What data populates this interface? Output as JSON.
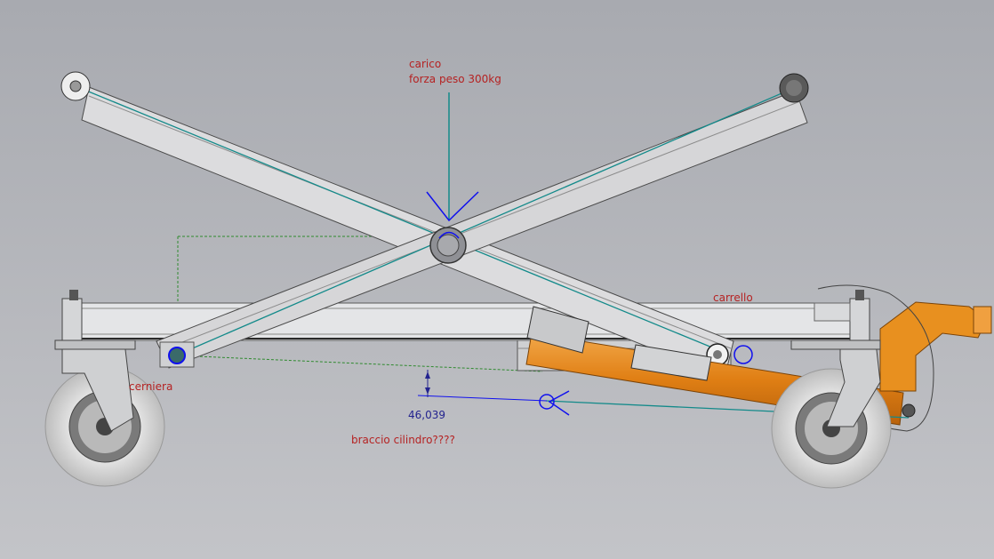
{
  "annotations": {
    "load_line1": "carico",
    "load_line2": "forza peso 300kg",
    "carrello": "carrello",
    "cerniera": "cerniera",
    "braccio": "braccio cilindro????",
    "dimension": "46,039"
  },
  "colors": {
    "background_top": "#a9abb1",
    "background_bottom": "#c2c3c7",
    "label_red": "#b52222",
    "dimension_blue": "#23238f",
    "centerline_teal": "#138a8a",
    "sketch_blue": "#1010ee",
    "cylinder_orange": "#e8881c",
    "sketch_green": "#2f8a2f"
  }
}
